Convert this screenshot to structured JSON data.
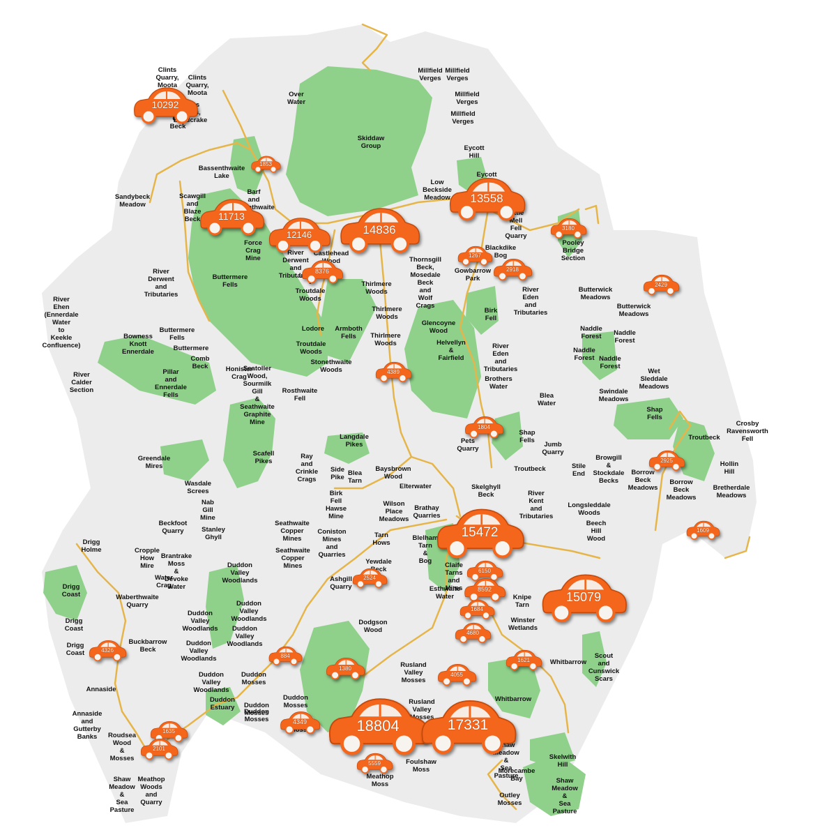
{
  "map": {
    "colors": {
      "background": "#ffffff",
      "land": "#ececec",
      "park": "#8fd18b",
      "road": "#e6b54a",
      "car": "#f4661c",
      "car_window": "#f7f3ee"
    },
    "labels": [
      {
        "text": "Clints\nQuarry,\nMoota"
      },
      {
        "text": "Clints\nQuarry,\nMoota"
      },
      {
        "text": "Clints\nCrags,\nBlindcrake"
      },
      {
        "text": "Gill\nBeck"
      },
      {
        "text": "Over\nWater"
      },
      {
        "text": "Millfield\nVerges"
      },
      {
        "text": "Millfield\nVerges"
      },
      {
        "text": "Millfield\nVerges"
      },
      {
        "text": "Millfield\nVerges"
      },
      {
        "text": "Skiddaw\nGroup"
      },
      {
        "text": "Eycott\nHill"
      },
      {
        "text": "Eycott\nHill"
      },
      {
        "text": "Bassenthwaite\nLake"
      },
      {
        "text": "Sandybeck\nMeadow"
      },
      {
        "text": "Scawgill\nand\nBlaze\nBeck"
      },
      {
        "text": "Barf\nand\nThornthwaite"
      },
      {
        "text": "Low\nBeckside\nMeadow"
      },
      {
        "text": "Little\nMell\nFell\nQuarry"
      },
      {
        "text": "Pooley\nBridge\nSection"
      },
      {
        "text": "Force\nCrag\nMine"
      },
      {
        "text": "River\nDerwent\nand\nTributaries"
      },
      {
        "text": "Castlehead\nWood"
      },
      {
        "text": "Blackdike\nBog"
      },
      {
        "text": "Gowbarrow\nPark"
      },
      {
        "text": "River\nDerwent\nand\nTributaries"
      },
      {
        "text": "Thornsgill\nBeck,\nMosedale\nBeck\nand\nWolf\nCrags"
      },
      {
        "text": "Thirlmere\nWoods"
      },
      {
        "text": "Thirlmere\nWoods"
      },
      {
        "text": "Thirlmere\nWoods"
      },
      {
        "text": "Buttermere\nFells"
      },
      {
        "text": "Lodore\n-\nTroutdale\nWoods"
      },
      {
        "text": "River\nEden\nand\nTributaries"
      },
      {
        "text": "Butterwick\nMeadows"
      },
      {
        "text": "Butterwick\nMeadows"
      },
      {
        "text": "River\nEhen\n(Ennerdale\nWater\nto\nKeekle\nConfluence)"
      },
      {
        "text": "Birk\nFell"
      },
      {
        "text": "Glencoyne\nWood"
      },
      {
        "text": "Lodore"
      },
      {
        "text": "Armboth\nFells"
      },
      {
        "text": "Bowness\nKnott\nEnnerdale"
      },
      {
        "text": "Buttermere\nFells"
      },
      {
        "text": "Buttermere"
      },
      {
        "text": "Troutdale\nWoods"
      },
      {
        "text": "Naddle\nForest"
      },
      {
        "text": "Naddle\nForest"
      },
      {
        "text": "Naddle\nForest"
      },
      {
        "text": "Naddle\nForest"
      },
      {
        "text": "Comb\nBeck"
      },
      {
        "text": "Stonethwaite\nWoods"
      },
      {
        "text": "Helvellyn\n&\nFairfield"
      },
      {
        "text": "River\nEden\nand\nTributaries"
      },
      {
        "text": "Pillar\nand\nEnnerdale\nFells"
      },
      {
        "text": "Honister\nCrag"
      },
      {
        "text": "River\nCalder\nSection"
      },
      {
        "text": "Seatoller\nWood,\nSourmilk\nGill\n&\nSeathwaite\nGraphite\nMine"
      },
      {
        "text": "Rosthwaite\nFell"
      },
      {
        "text": "Brothers\nWater"
      },
      {
        "text": "Wet\nSleddale\nMeadows"
      },
      {
        "text": "Swindale\nMeadows"
      },
      {
        "text": "Blea\nWater"
      },
      {
        "text": "Shap\nFells"
      },
      {
        "text": "Troutbeck"
      },
      {
        "text": "Crosby\nRavensworth\nFell"
      },
      {
        "text": "Shap\nFells"
      },
      {
        "text": "Langdale\nPikes"
      },
      {
        "text": "Scafell\nPikes"
      },
      {
        "text": "Pets\nQuarry"
      },
      {
        "text": "Jumb\nQuarry"
      },
      {
        "text": "Greendale\nMires"
      },
      {
        "text": "Ray\nand\nCrinkle\nCrags"
      },
      {
        "text": "Baysbrown\nWood"
      },
      {
        "text": "Side\nPike"
      },
      {
        "text": "Blea\nTarn"
      },
      {
        "text": "Browgill\n&\nStockdale\nBecks"
      },
      {
        "text": "Stile\nEnd"
      },
      {
        "text": "Hollin\nHill"
      },
      {
        "text": "Troutbeck"
      },
      {
        "text": "Borrow\nBeck\nMeadows"
      },
      {
        "text": "Borrow\nBeck\nMeadows"
      },
      {
        "text": "Elterwater"
      },
      {
        "text": "Skelghyll\nBeck"
      },
      {
        "text": "Bretherdale\nMeadows"
      },
      {
        "text": "Wasdale\nScrees"
      },
      {
        "text": "Birk\nFell\nHawse\nMine"
      },
      {
        "text": "Wilson\nPlace\nMeadows"
      },
      {
        "text": "Brathay\nQuarries"
      },
      {
        "text": "River\nKent\nand\nTributaries"
      },
      {
        "text": "Nab\nGill\nMine"
      },
      {
        "text": "Longsleddale\nWoods"
      },
      {
        "text": "Seathwaite\nCopper\nMines"
      },
      {
        "text": "Stanley\nGhyll"
      },
      {
        "text": "Beckfoot\nQuarry"
      },
      {
        "text": "Coniston\nMines\nand\nQuarries"
      },
      {
        "text": "Tarn\nHows"
      },
      {
        "text": "Beech\nHill\nWood"
      },
      {
        "text": "Blelham\nTarn\n&\nBog"
      },
      {
        "text": "Drigg\nHolme"
      },
      {
        "text": "Cropple\nHow\nMire"
      },
      {
        "text": "Brantrake\nMoss\n&\nDevoke\nWater"
      },
      {
        "text": "Seathwaite\nCopper\nMines"
      },
      {
        "text": "Yewdale\nBeck"
      },
      {
        "text": "Claife\nTarns\nand\nMires"
      },
      {
        "text": "Water\nCrag"
      },
      {
        "text": "Duddon\nValley\nWoodlands"
      },
      {
        "text": "Ashgill\nQuarry"
      },
      {
        "text": "Esthwaite\nWater"
      },
      {
        "text": "Drigg\nCoast"
      },
      {
        "text": "Waberthwaite\nQuarry"
      },
      {
        "text": "Knipe\nTarn"
      },
      {
        "text": "Duddon\nValley\nWoodlands"
      },
      {
        "text": "Duddon\nValley\nWoodlands"
      },
      {
        "text": "Duddon\nValley\nWoodlands"
      },
      {
        "text": "Winster\nWetlands"
      },
      {
        "text": "Drigg\nCoast"
      },
      {
        "text": "Dodgson\nWood"
      },
      {
        "text": "Duddon\nValley\nWoodlands"
      },
      {
        "text": "Buckbarrow\nBeck"
      },
      {
        "text": "Drigg\nCoast"
      },
      {
        "text": "Whitbarrow"
      },
      {
        "text": "Scout\nand\nCunswick\nScars"
      },
      {
        "text": "Duddon\nMosses"
      },
      {
        "text": "Rusland\nValley\nMosses"
      },
      {
        "text": "Duddon\nValley\nWoodlands"
      },
      {
        "text": "Annaside"
      },
      {
        "text": "Duddon\nEstuary"
      },
      {
        "text": "Duddon\nMosses"
      },
      {
        "text": "Rusland\nValley\nMosses"
      },
      {
        "text": "Whitbarrow"
      },
      {
        "text": "Duddon\nMosses"
      },
      {
        "text": "Annaside\nand\nGutterby\nBanks"
      },
      {
        "text": "Duddon\nMosses"
      },
      {
        "text": "Nichols\nMoss"
      },
      {
        "text": "Shaw\nMeadow\n&\nSea\nPasture"
      },
      {
        "text": "Roudsea\nWood\n&\nMosses"
      },
      {
        "text": "Foulshaw\nMoss"
      },
      {
        "text": "Skelwith\nHill"
      },
      {
        "text": "Meathop\nMoss"
      },
      {
        "text": "Morecambe\nBay"
      },
      {
        "text": "Shaw\nMeadow\n&\nSea\nPasture"
      },
      {
        "text": "Shaw\nMeadow\n&\nSea\nPasture"
      },
      {
        "text": "Meathop\nWoods\nand\nQuarry"
      },
      {
        "text": "Outley\nMosses"
      }
    ],
    "markers": [
      {
        "count": "10292"
      },
      {
        "count": "1853"
      },
      {
        "count": "11713"
      },
      {
        "count": "12146"
      },
      {
        "count": "14836"
      },
      {
        "count": "13558"
      },
      {
        "count": "3180"
      },
      {
        "count": "8376"
      },
      {
        "count": "1267"
      },
      {
        "count": "2918"
      },
      {
        "count": "2429"
      },
      {
        "count": "4389"
      },
      {
        "count": "1804"
      },
      {
        "count": "2925"
      },
      {
        "count": "1609"
      },
      {
        "count": "15472"
      },
      {
        "count": "6150"
      },
      {
        "count": "8592"
      },
      {
        "count": "2524"
      },
      {
        "count": "15079"
      },
      {
        "count": "1684"
      },
      {
        "count": "4680"
      },
      {
        "count": "4326"
      },
      {
        "count": "884"
      },
      {
        "count": "1621"
      },
      {
        "count": "1380"
      },
      {
        "count": "4055"
      },
      {
        "count": "4349"
      },
      {
        "count": "1635"
      },
      {
        "count": "2101"
      },
      {
        "count": "18804"
      },
      {
        "count": "17331"
      },
      {
        "count": "5559"
      }
    ]
  }
}
